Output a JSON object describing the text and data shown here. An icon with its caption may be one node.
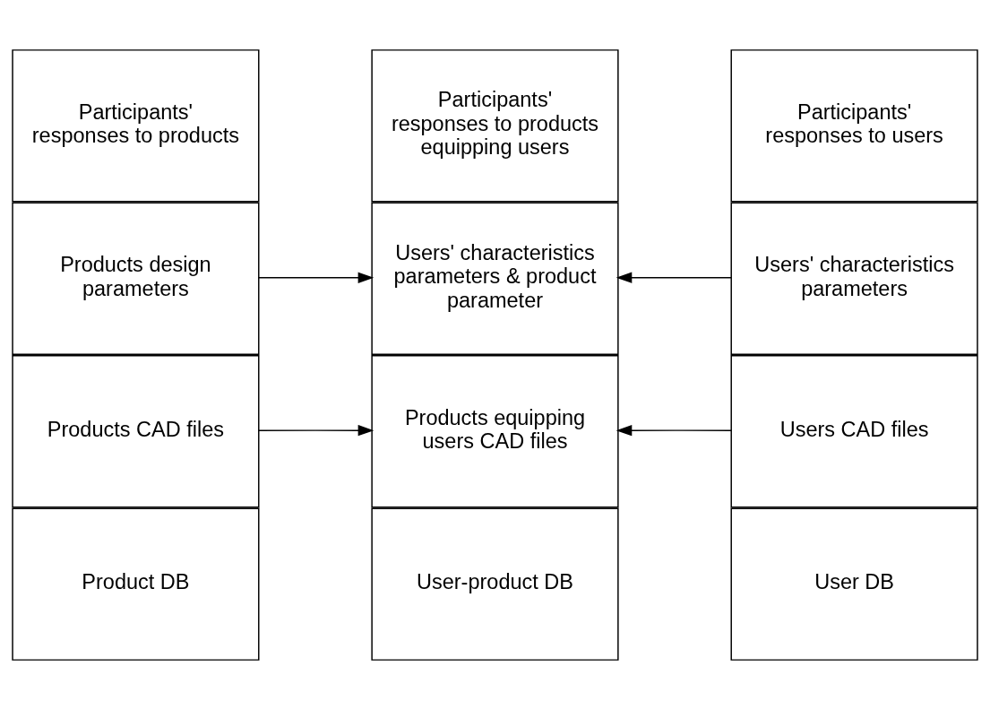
{
  "diagram": {
    "nodes": [
      {
        "text": [
          "Product DB"
        ]
      },
      {
        "text": [
          "User-product DB"
        ]
      },
      {
        "text": [
          "User DB"
        ]
      },
      {
        "text": [
          "Products CAD files"
        ]
      },
      {
        "text": [
          "Products equipping users CAD files"
        ]
      },
      {
        "text": [
          "Users CAD files"
        ]
      },
      {
        "text": [
          "Products design parameters"
        ]
      },
      {
        "text": [
          "Users' characteristics parameters & product parameter"
        ]
      },
      {
        "text": [
          "Users' characteristics parameters"
        ]
      },
      {
        "text": [
          "Participants' responses to products"
        ]
      },
      {
        "text": [
          "Participants' responses to products equipping users"
        ]
      },
      {
        "text": [
          "Participants' responses to users"
        ]
      }
    ],
    "edges": [
      {
        "from": 3,
        "to": 4,
        "arrow": "to"
      },
      {
        "from": 5,
        "to": 4,
        "arrow": "to"
      },
      {
        "from": 6,
        "to": 7,
        "arrow": "to"
      },
      {
        "from": 8,
        "to": 7,
        "arrow": "to"
      }
    ]
  }
}
